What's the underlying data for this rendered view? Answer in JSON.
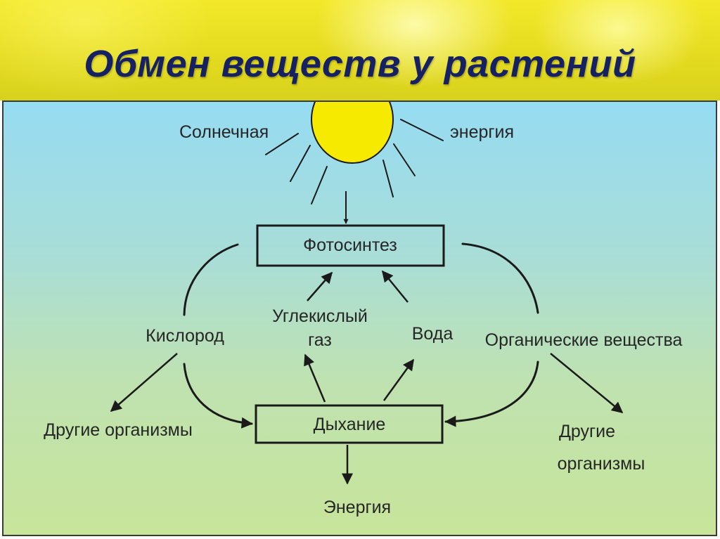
{
  "title": "Обмен веществ у растений",
  "diagram": {
    "sun_label_left": "Солнечная",
    "sun_label_right": "энергия",
    "photosynthesis": "Фотосинтез",
    "respiration": "Дыхание",
    "oxygen": "Кислород",
    "co2_line1": "Углекислый",
    "co2_line2": "газ",
    "water": "Вода",
    "organic": "Органические вещества",
    "other_organisms_left": "Другие организмы",
    "other_organisms_right_line1": "Другие",
    "other_organisms_right_line2": "организмы",
    "energy": "Энергия"
  },
  "colors": {
    "title": "#152163",
    "sun": "#f5ea00",
    "header": "#e6dc20"
  }
}
